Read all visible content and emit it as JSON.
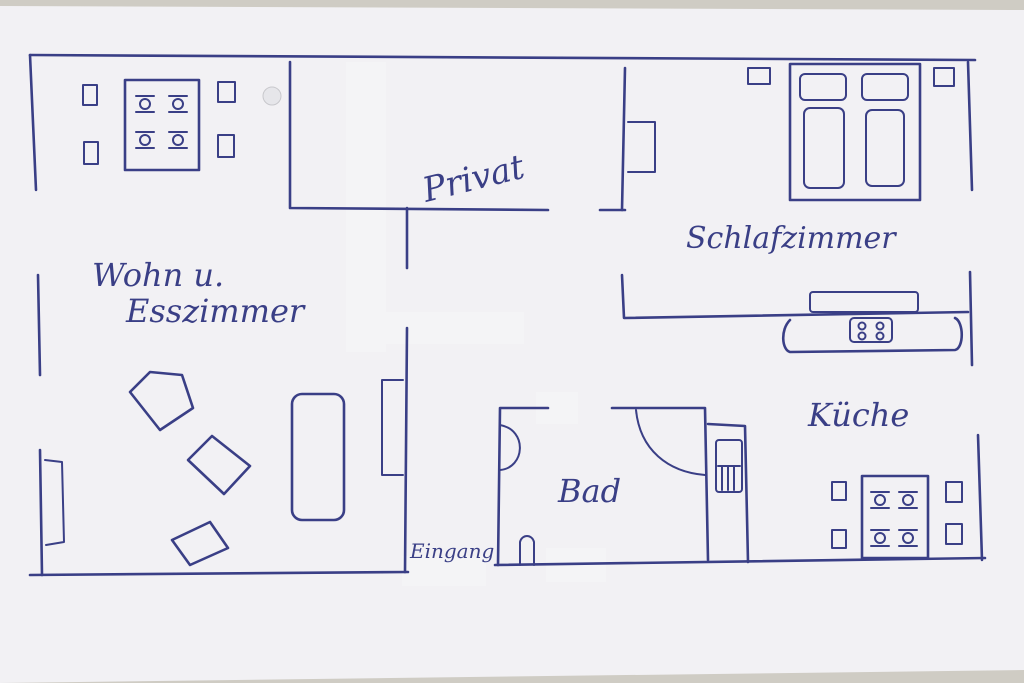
{
  "rooms": {
    "privat": "Privat",
    "schlafzimmer": "Schlafzimmer",
    "wohn_line1": "Wohn u.",
    "wohn_line2": "Esszimmer",
    "kueche": "Küche",
    "bad": "Bad",
    "eingang": "Eingang"
  },
  "colors": {
    "ink": "#3a3f86",
    "paper": "#f2f1f4",
    "background": "#cfccc4"
  }
}
